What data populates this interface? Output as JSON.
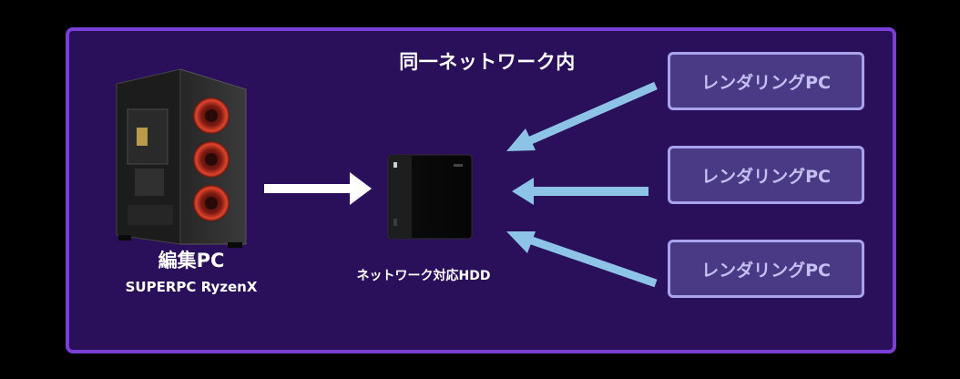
{
  "diagram": {
    "network_label": "同一ネットワーク内",
    "editing_pc": {
      "title": "編集PC",
      "model": "SUPERPC RyzenX"
    },
    "hdd": {
      "label": "ネットワーク対応HDD"
    },
    "render_pcs": [
      {
        "label": "レンダリングPC"
      },
      {
        "label": "レンダリングPC"
      },
      {
        "label": "レンダリングPC"
      }
    ]
  },
  "colors": {
    "background": "#000000",
    "panel_fill": "#2a0f5a",
    "panel_border": "#7a3fd6",
    "render_box_fill": "#4a3a86",
    "render_box_border": "#a9a2ec",
    "render_text": "#c5c0f3",
    "arrow_white": "#ffffff",
    "arrow_blue": "#8ec3e8",
    "fan_glow": "#e0442c"
  },
  "icons": [
    "pc-tower-icon",
    "hdd-icon",
    "arrow-right-icon",
    "arrow-left-icon"
  ]
}
